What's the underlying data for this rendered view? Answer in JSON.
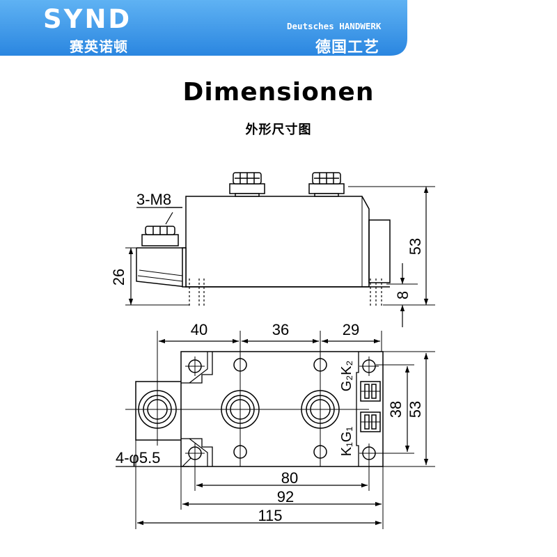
{
  "header": {
    "brand": "SYND",
    "brand_cn": "赛英诺顿",
    "slogan": "Deutsches HANDWERK",
    "slogan_cn": "德国工艺",
    "band_color": "#2f8fe6",
    "band_color_light": "#6cb8f5"
  },
  "title": "Dimensionen",
  "subtitle": "外形尺寸图",
  "side_view": {
    "thread_label": "3-M8",
    "dim_total_height": "53",
    "dim_terminal_height": "26",
    "dim_base_height": "8"
  },
  "top_view": {
    "dim_spacing_1": "40",
    "dim_spacing_2": "36",
    "dim_spacing_3": "29",
    "dim_hole_spacing_v": "38",
    "dim_width": "53",
    "dim_hole_spacing_h": "80",
    "dim_base_length": "92",
    "dim_total_length": "115",
    "hole_label": "4-φ5.5",
    "pin_label_top": "G₂K₂",
    "pin_label_bottom": "K₁G₁"
  }
}
